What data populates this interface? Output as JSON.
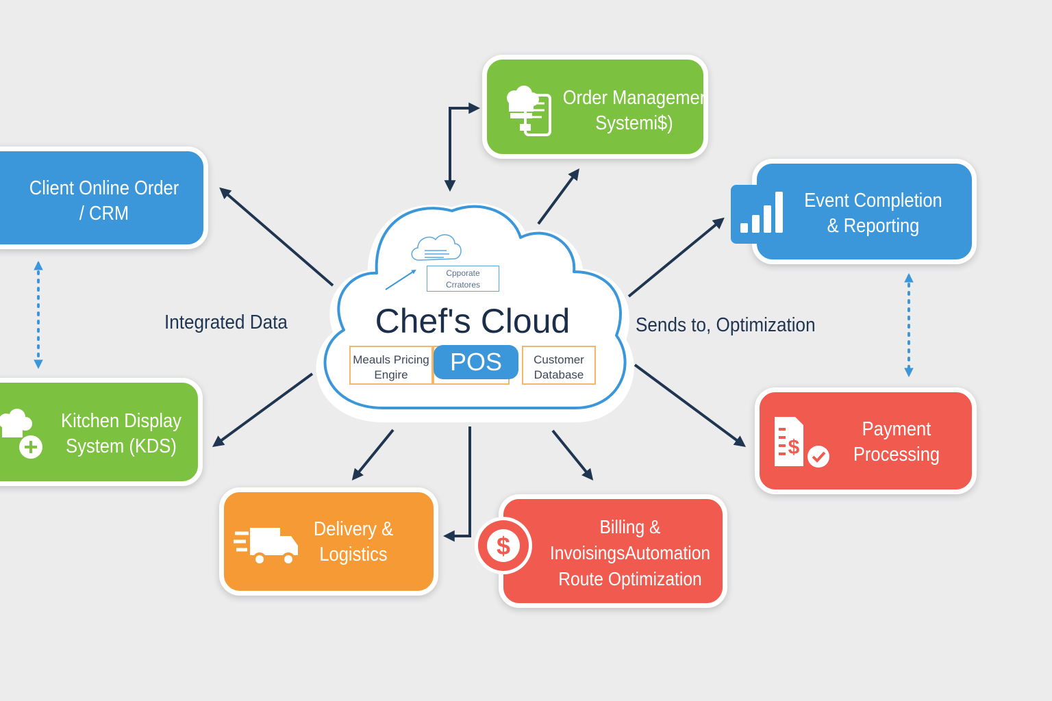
{
  "cloud": {
    "title": "Chef's Cloud",
    "corporate_line1": "Cpporate",
    "corporate_line2": "Crratores",
    "pricing_line1": "Meauls Pricing",
    "pricing_line2": "Engire",
    "pos": "POS",
    "customer_line1": "Customer",
    "customer_line2": "Database"
  },
  "nodes": {
    "order_management": {
      "line1": "Order Managemer",
      "line2": "Systemi$)",
      "icon": "chef-hat-tablet-icon",
      "color": "#7cc13f"
    },
    "client_online_order": {
      "line1": "Client Online Order",
      "line2": "/ CRM",
      "color": "#3b97d9"
    },
    "event_completion": {
      "line1": "Event Completion",
      "line2": "& Reporting",
      "icon": "bar-chart-icon",
      "color": "#3b97d9"
    },
    "kitchen_display": {
      "line1": "Kitchen Display",
      "line2": "System (KDS)",
      "icon": "chef-hat-plus-icon",
      "color": "#7cc13f"
    },
    "payment_processing": {
      "line1": "Payment",
      "line2": "Processing",
      "icon": "invoice-dollar-check-icon",
      "color": "#f05a4f"
    },
    "delivery_logistics": {
      "line1": "Delivery &",
      "line2": "Logistics",
      "icon": "delivery-truck-icon",
      "color": "#f59a34"
    },
    "billing_invoicing": {
      "line1": "Billing &",
      "line2": "InvoisingsAutomation",
      "line3": "Route Optimization",
      "icon": "dollar-coin-icon",
      "color": "#f05a4f"
    }
  },
  "edge_labels": {
    "left": "Integrated Data",
    "right": "Sends to, Optimization"
  },
  "colors": {
    "arrow": "#1f3550",
    "dotted_arrow": "#3b97d9",
    "background": "#ececed"
  }
}
